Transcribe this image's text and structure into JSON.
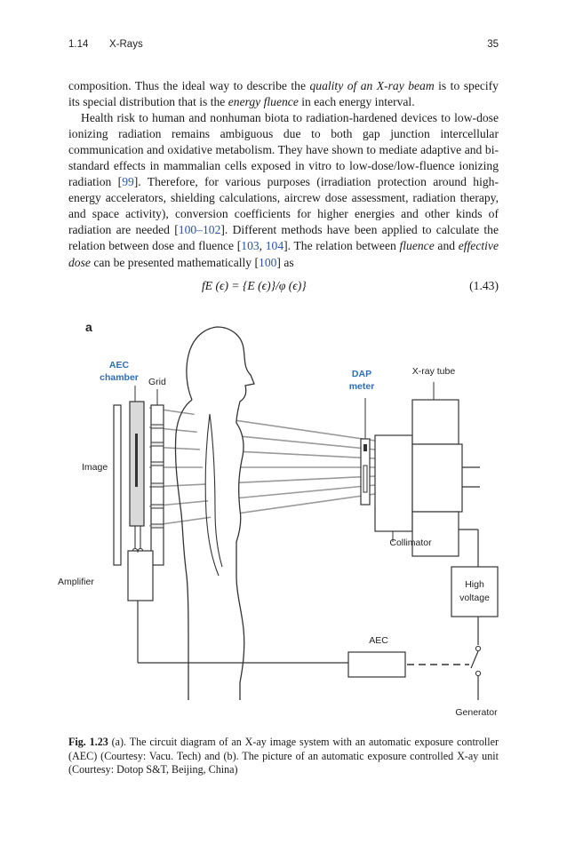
{
  "running_head": {
    "section": "1.14",
    "title": "X-Rays",
    "page_number": "35"
  },
  "body": {
    "p1": {
      "t1": "composition. Thus the ideal way to describe the ",
      "em1": "quality of an X-ray beam",
      "t2": " is to specify its special distribution that is the ",
      "em2": "energy fluence",
      "t3": " in each energy interval."
    },
    "p2": {
      "t1": "Health risk to human and nonhuman biota to radiation-hardened devices to low-dose ionizing radiation remains ambiguous due to both gap junction intercellular communication and oxidative metabolism. They have shown to mediate adaptive and bi-standard effects in mammalian cells exposed in vitro to low-dose/low-fluence ionizing radiation [",
      "c1": "99",
      "t2": "]. Therefore, for various purposes (irradiation protection around high-energy accelerators, shielding calculations, aircrew dose assessment, radiation therapy, and space activity), conversion coefficients for higher energies and other kinds of radiation are needed [",
      "c2": "100–102",
      "t3": "]. Different methods have been applied to calculate the relation between dose and fluence [",
      "c3": "103",
      "t4": ", ",
      "c4": "104",
      "t5": "]. The relation between ",
      "em1": "fluence",
      "t6": " and ",
      "em2": "effective dose",
      "t7": " can be presented mathematically [",
      "c5": "100",
      "t8": "] as"
    }
  },
  "equation": {
    "expression": "fE (ϵ) = {E (ϵ)}/φ (ϵ)}",
    "number": "(1.43)"
  },
  "figure": {
    "panel_label": "a",
    "labels": {
      "aec_chamber_line1": "AEC",
      "aec_chamber_line2": "chamber",
      "grid": "Grid",
      "dap_meter_line1": "DAP",
      "dap_meter_line2": "meter",
      "xray_tube": "X-ray tube",
      "image": "Image",
      "collimator": "Collimator",
      "amplifier": "Amplifier",
      "high_voltage_line1": "High",
      "high_voltage_line2": "voltage",
      "aec": "AEC",
      "generator": "Generator"
    },
    "colors": {
      "highlight_label": "#2f6db5",
      "line": "#333333",
      "beam": "#9a9a9a",
      "chamber_fill": "#d9d9d9"
    }
  },
  "caption": {
    "label": "Fig. 1.23",
    "text": " (a). The circuit diagram of an X-ay image system with an automatic exposure controller (AEC) (Courtesy: Vacu. Tech) and (b). The picture of an automatic exposure controlled X-ay unit (Courtesy: Dotop S&T, Beijing, China)"
  }
}
